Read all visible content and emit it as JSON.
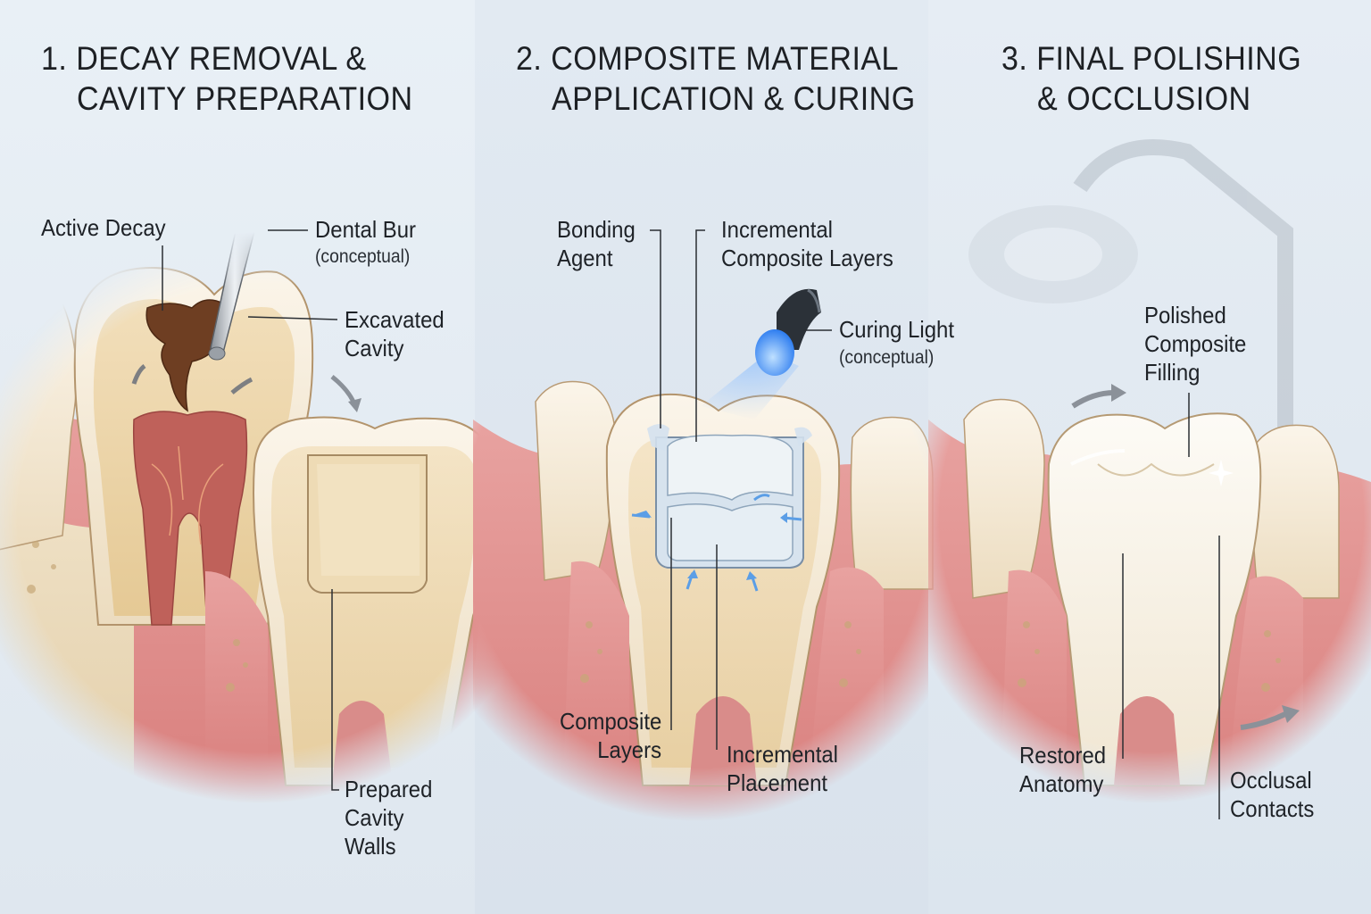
{
  "panels": [
    {
      "title_line1": "1. DECAY REMOVAL &",
      "title_line2": "CAVITY PREPARATION",
      "labels": {
        "active_decay": "Active Decay",
        "dental_bur": "Dental Bur",
        "dental_bur_sub": "(conceptual)",
        "excavated_cavity_1": "Excavated",
        "excavated_cavity_2": "Cavity",
        "prepared_walls_1": "Prepared",
        "prepared_walls_2": "Cavity",
        "prepared_walls_3": "Walls"
      }
    },
    {
      "title_line1": "2. COMPOSITE MATERIAL",
      "title_line2": "APPLICATION & CURING",
      "labels": {
        "bonding_agent_1": "Bonding",
        "bonding_agent_2": "Agent",
        "incremental_layers_1": "Incremental",
        "incremental_layers_2": "Composite Layers",
        "curing_light": "Curing Light",
        "curing_light_sub": "(conceptual)",
        "composite_layers_1": "Composite",
        "composite_layers_2": "Layers",
        "incremental_placement_1": "Incremental",
        "incremental_placement_2": "Placement"
      }
    },
    {
      "title_line1": "3. FINAL POLISHING",
      "title_line2": "& OCCLUSION",
      "labels": {
        "polished_filling_1": "Polished",
        "polished_filling_2": "Composite",
        "polished_filling_3": "Filling",
        "restored_anatomy_1": "Restored",
        "restored_anatomy_2": "Anatomy",
        "occlusal_contacts_1": "Occlusal",
        "occlusal_contacts_2": "Contacts"
      }
    }
  ],
  "colors": {
    "enamel": "#f6ecd9",
    "dentin": "#ecd5ad",
    "gum": "#e59a98",
    "pulp": "#b95a52",
    "decay": "#6b3c22",
    "curing_blue": "#5fa6ff",
    "leader": "#2a2e33"
  }
}
